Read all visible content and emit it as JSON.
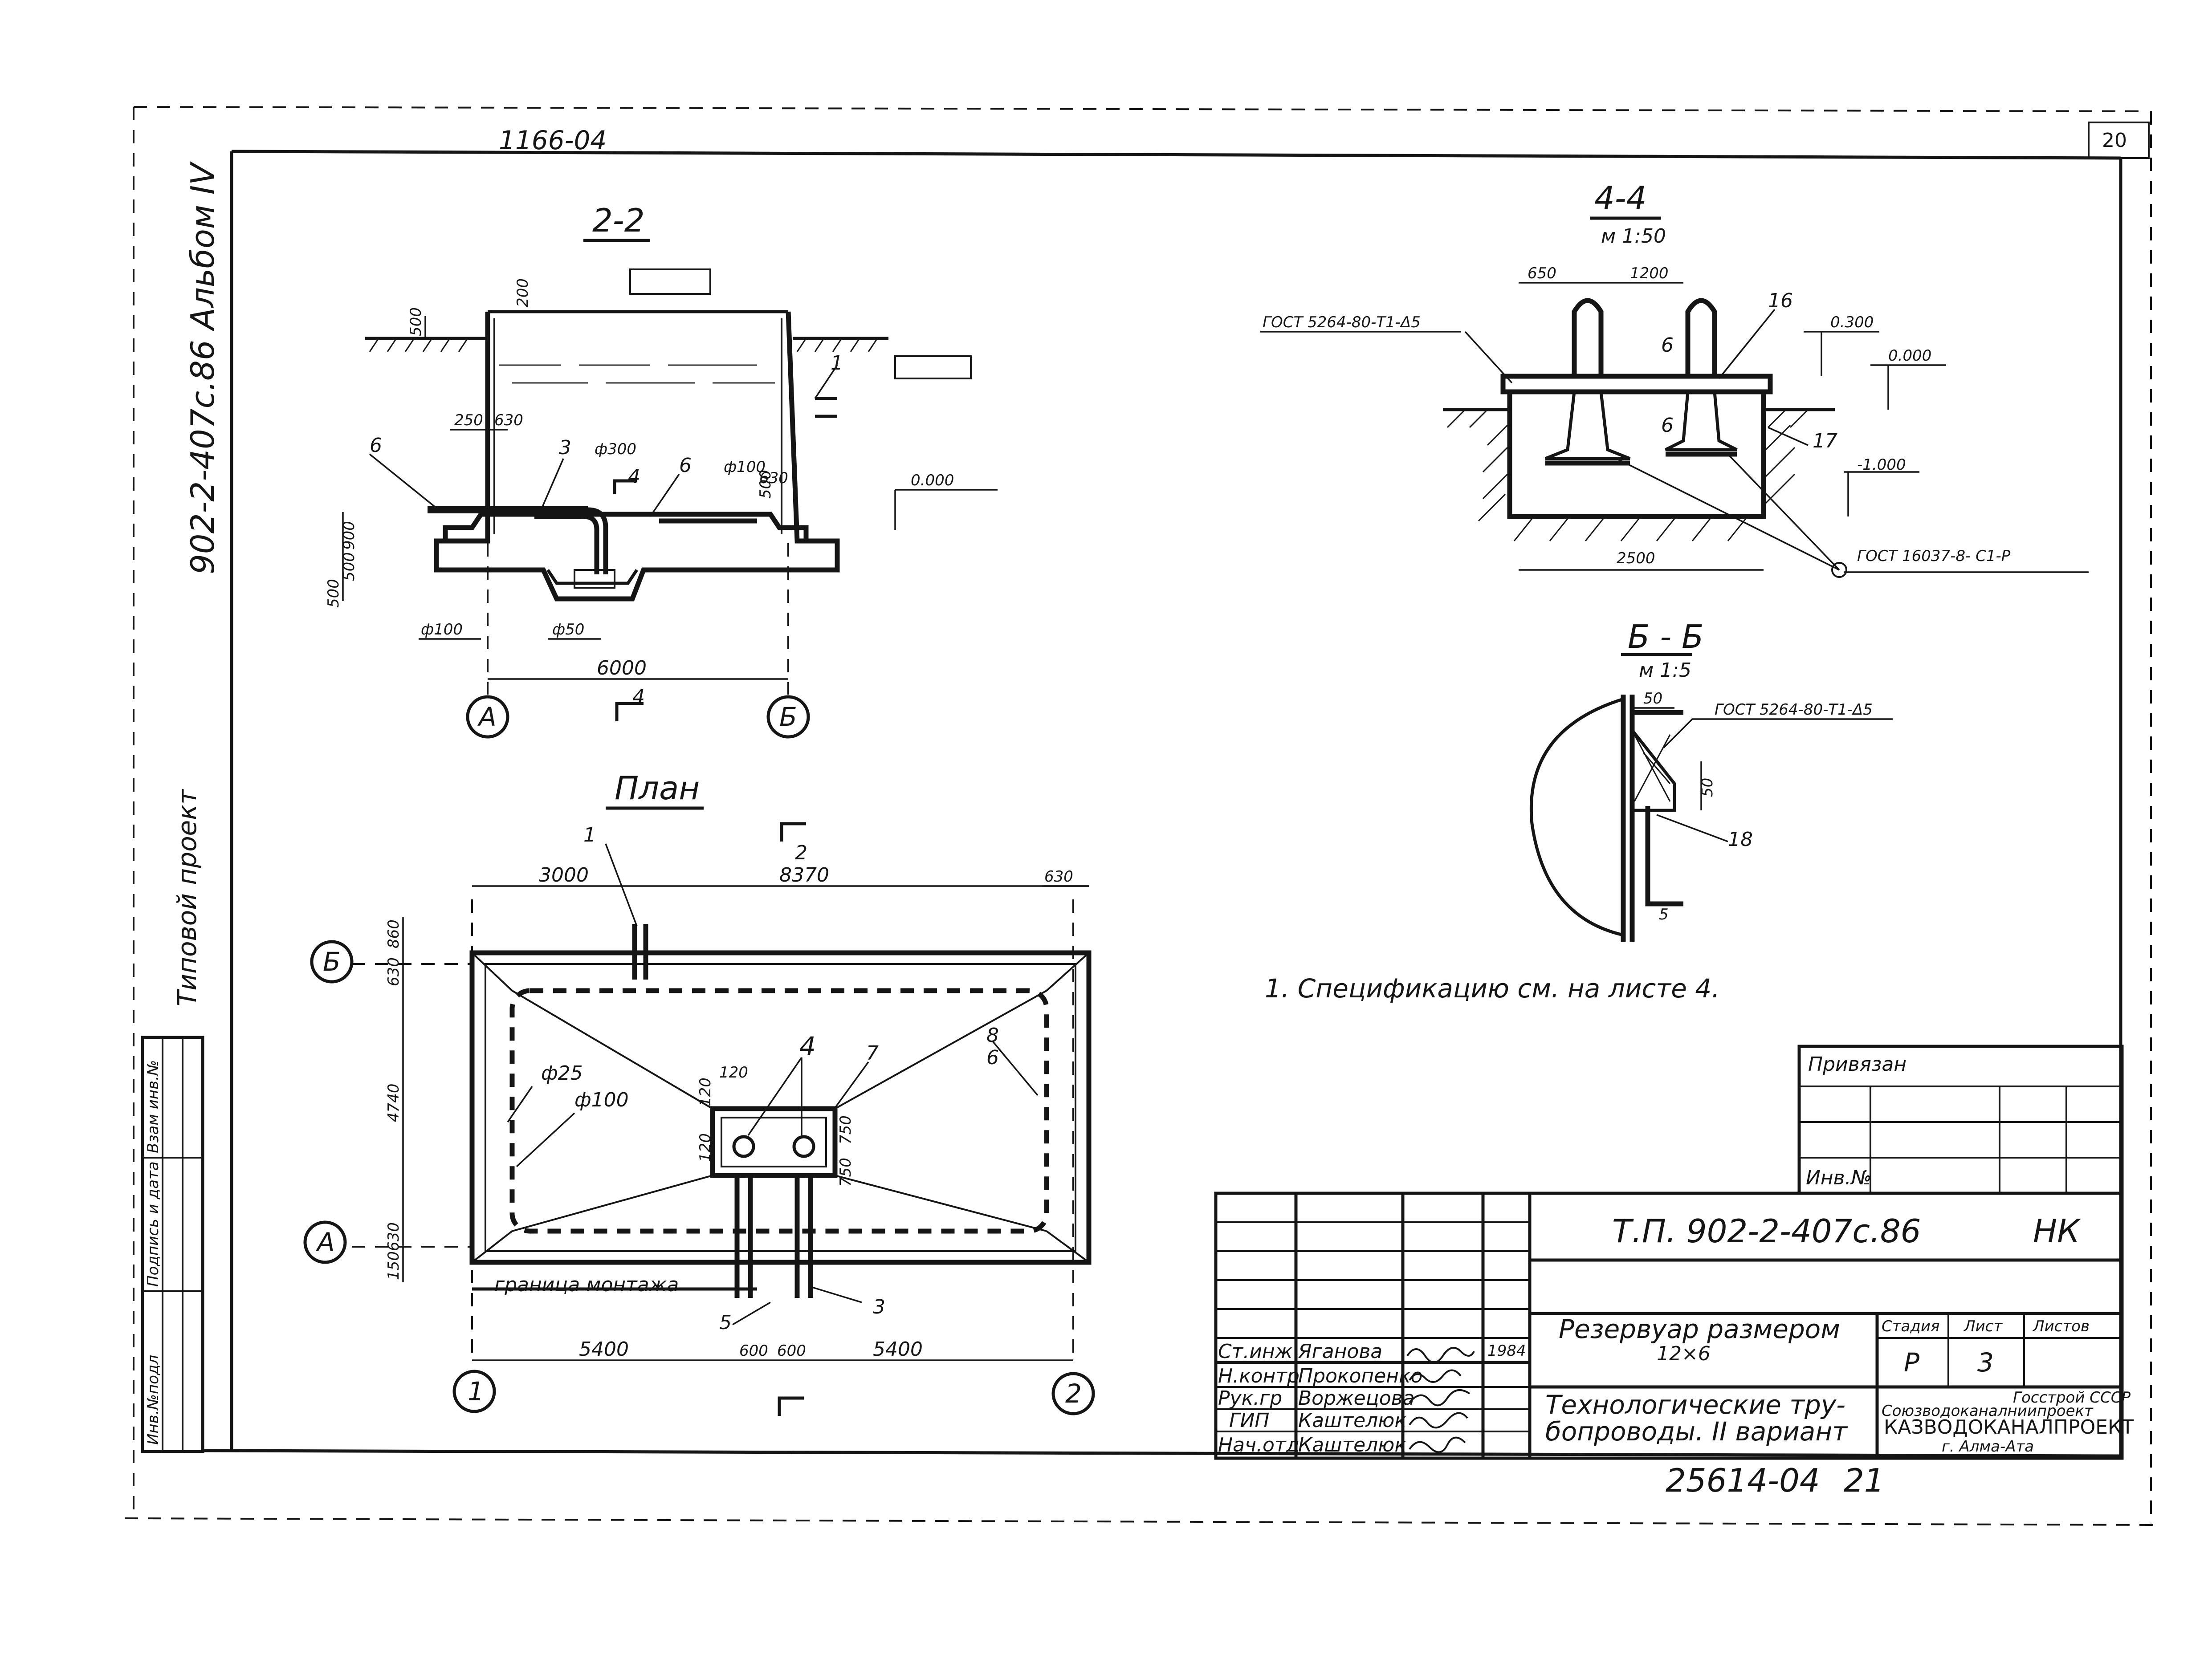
{
  "sheet": {
    "archive_no": "1166-04",
    "corner_page": "20",
    "bottom_code": "25614-04",
    "bottom_page": "21"
  },
  "left_strip": {
    "album": "902-2-407с.86   Альбом IV",
    "project_kind": "Типовой проект",
    "stamp_cols": [
      "Инв.№подл",
      "Подпись и дата",
      "Взам инв.№"
    ]
  },
  "section_22": {
    "title": "2-2",
    "dims": [
      "200",
      "500",
      "250",
      "630",
      "630",
      "900",
      "500",
      "500",
      "500",
      "6000"
    ],
    "diameters": [
      "ф300",
      "ф100",
      "ф100",
      "ф50"
    ],
    "elevation": "0.000",
    "callouts": [
      "6",
      "3",
      "6",
      "4",
      "1"
    ],
    "axes": [
      "А",
      "Б"
    ],
    "cut_mark": "4"
  },
  "section_44": {
    "title": "4-4",
    "scale": "м 1:50",
    "dims": [
      "650",
      "1200",
      "2500"
    ],
    "elevations": [
      "0.300",
      "0.000",
      "-1.000"
    ],
    "gost_left": "ГОСТ 5264-80-Т1-Δ5",
    "gost_right": "ГОСТ 16037-8- С1-Р",
    "callouts": [
      "16",
      "6",
      "6",
      "17"
    ]
  },
  "section_bb": {
    "title": "Б - Б",
    "scale": "м 1:5",
    "dims": [
      "50",
      "50"
    ],
    "gost": "ГОСТ 5264-80-Т1-Δ5",
    "callouts": [
      "18",
      "5"
    ]
  },
  "plan": {
    "title": "План",
    "dims_top": [
      "3000",
      "8370",
      "630"
    ],
    "dims_left": [
      "860",
      "630",
      "4740",
      "630",
      "150"
    ],
    "dims_inner": [
      "120",
      "120",
      "120",
      "750",
      "750"
    ],
    "dims_bottom": [
      "5400",
      "600",
      "600",
      "5400"
    ],
    "diameters": [
      "ф25",
      "ф100"
    ],
    "boundary": "граница монтажа",
    "callouts": [
      "1",
      "4",
      "7",
      "8",
      "6",
      "5",
      "3"
    ],
    "axes": [
      "Б",
      "А",
      "1",
      "2"
    ],
    "cut_mark": "2"
  },
  "note": "1. Спецификацию   см.   на   листе  4.",
  "binding": {
    "title": "Привязан",
    "inv": "Инв.№"
  },
  "title_block": {
    "project_code": "Т.П. 902-2-407с.86",
    "section_code": "НК",
    "object_name": "Резервуар  размером",
    "object_size": "12×6",
    "sheet_title": "Технологические  тру-\nбопроводы.  II  вариант",
    "org_line1": "Госстрой СССР",
    "org_line2": "Союзводоканалниипроект",
    "org_line3": "КАЗВОДОКАНАЛПРОЕКТ",
    "org_line4": "г. Алма-Ата",
    "headers": {
      "stage": "Стадия",
      "sheet": "Лист",
      "sheets": "Листов"
    },
    "stage": "Р",
    "sheet_no": "3",
    "sheets_total": "",
    "year": "1984",
    "signatures": [
      {
        "role": "Ст.инж",
        "name": "Яганова"
      },
      {
        "role": "Н.контр",
        "name": "Прокопенко"
      },
      {
        "role": "Рук.гр",
        "name": "Воржецова"
      },
      {
        "role": "ГИП",
        "name": "Каштелюк"
      },
      {
        "role": "Нач.отд",
        "name": "Каштелюк"
      }
    ]
  }
}
